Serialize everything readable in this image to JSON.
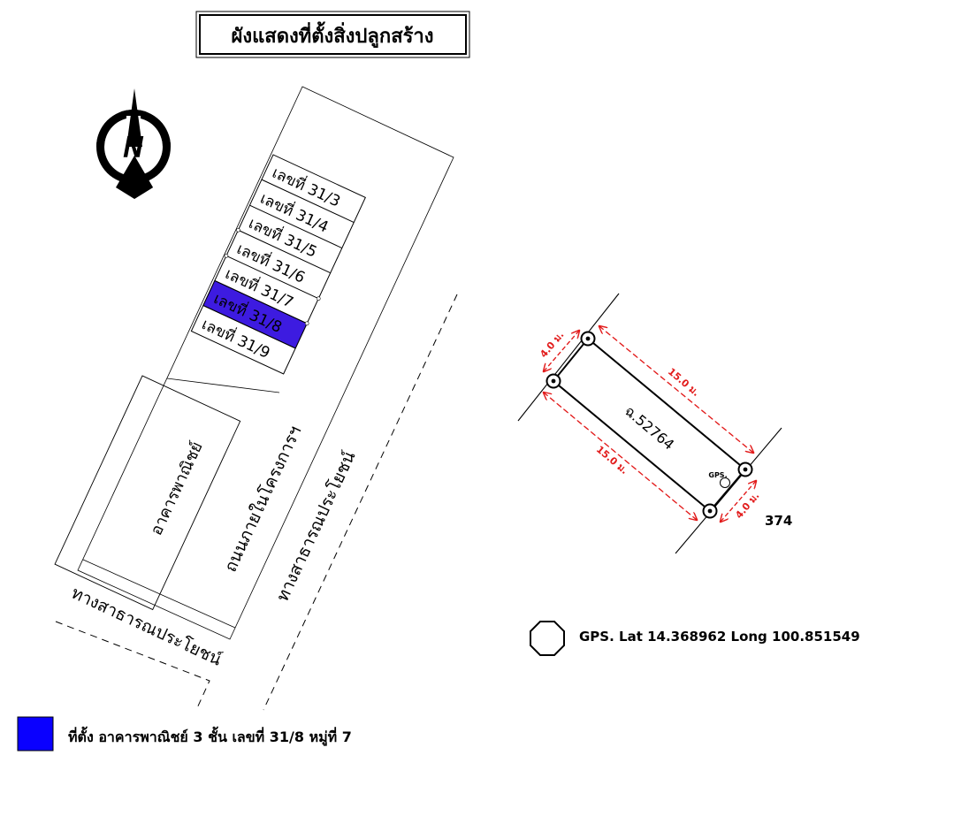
{
  "title": "ผังแสดงที่ตั้งสิ่งปลูกสร้าง",
  "compass": {
    "letter": "N"
  },
  "lots": [
    "เลขที่ 31/3",
    "เลขที่ 31/4",
    "เลขที่ 31/5",
    "เลขที่ 31/6",
    "เลขที่ 31/7",
    "เลขที่ 31/8",
    "เลขที่ 31/9"
  ],
  "highlighted_lot": "เลขที่ 31/8",
  "building_label": "อาคารพาณิชย์",
  "internal_road_label": "ถนนภายในโครงการฯ",
  "public_way_right": "ทางสาธารณประโยชน์",
  "public_way_bottom": "ทางสาธารณประโยชน์",
  "parcel": {
    "deed": "ฉ.52764",
    "dim_long_top": "15.0 ม.",
    "dim_long_bottom": "15.0 ม.",
    "dim_short_left": "4.0 ม.",
    "dim_short_right": "4.0 ม.",
    "gps_marker": "GPS.",
    "neighbor": "374"
  },
  "gps_legend": {
    "text": "GPS. Lat 14.368962  Long 100.851549"
  },
  "legend": {
    "text": "ที่ตั้ง อาคารพาณิชย์ 3 ชั้น เลขที่ 31/8 หมู่ที่ 7",
    "color": "#0a00ff"
  },
  "colors": {
    "highlight": "#3d1be0",
    "dimension": "#e21c1c"
  }
}
